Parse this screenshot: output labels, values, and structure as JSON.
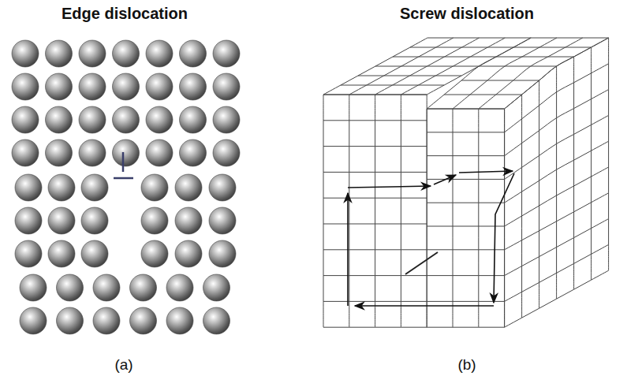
{
  "diagram": {
    "labels": [
      "Edge dislocation",
      "Screw dislocation",
      "(a)",
      "(b)"
    ]
  }
}
